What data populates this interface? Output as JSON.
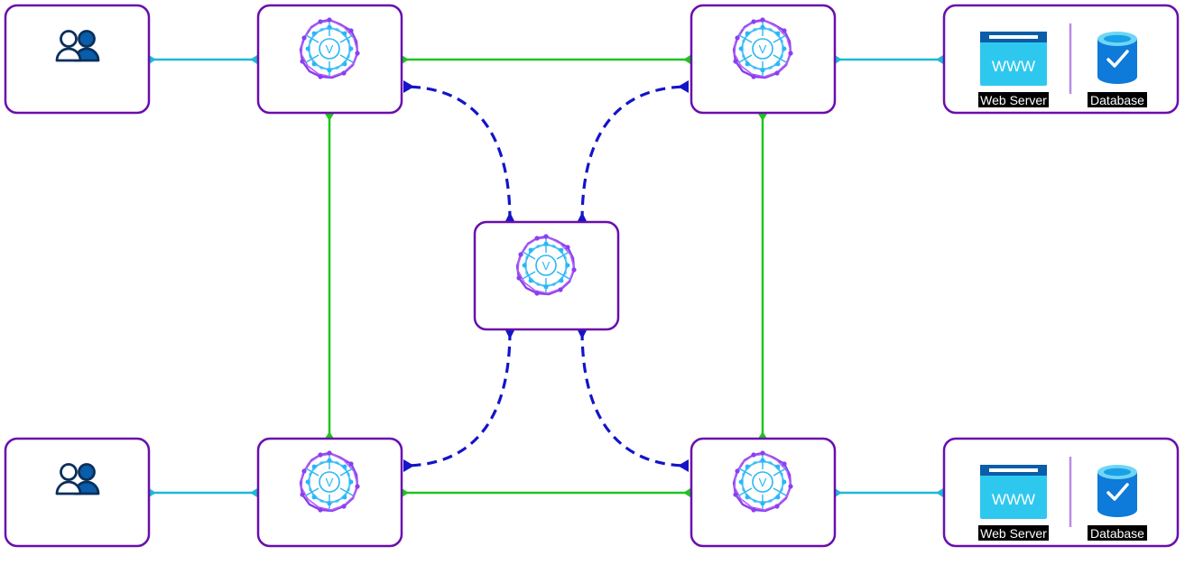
{
  "colors": {
    "node_border": "#6a0dad",
    "link_access": "#1fb8d6",
    "link_mesh": "#1ec41e",
    "link_hub": "#1414c8",
    "users_icon": "#0a5da8",
    "users_outline": "#0b2f5c",
    "www_icon": "#2ec8ef",
    "www_bar": "#0a5da8",
    "db_icon": "#0e7ad9",
    "caption_bg": "#000000",
    "caption_text": "#ffffff"
  },
  "icons": {
    "users": "users-icon",
    "router": "virtual-network-router-icon",
    "web_server": "web-server-icon",
    "database": "database-icon"
  },
  "sites": [
    {
      "web_server": {
        "badge": "WWW",
        "label": "Web Server"
      },
      "database": {
        "label": "Database"
      }
    },
    {
      "web_server": {
        "badge": "WWW",
        "label": "Web Server"
      },
      "database": {
        "label": "Database"
      }
    }
  ],
  "router_glyph": "V"
}
